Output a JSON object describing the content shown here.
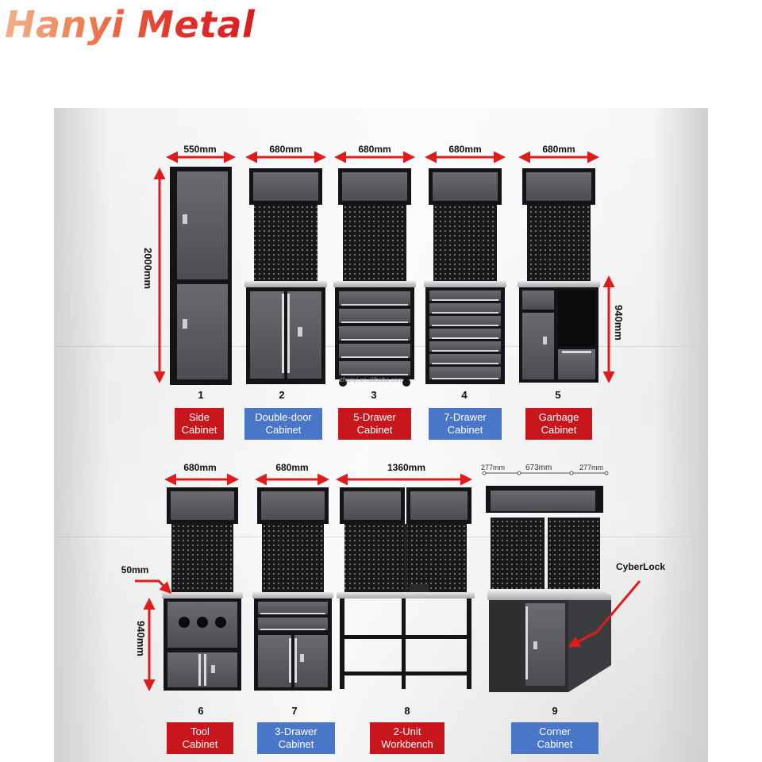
{
  "brand": {
    "name": "Hanyi Metal",
    "accent": "#d6201e"
  },
  "watermark": "zhanyi.en.alibaba.com",
  "dimensions": {
    "c1_width": "550mm",
    "c1_height": "2000mm",
    "c2_width": "680mm",
    "c3_width": "680mm",
    "c4_width": "680mm",
    "c5_width": "680mm",
    "c5_height": "940mm",
    "c6_width": "680mm",
    "c6_height": "940mm",
    "c6_top": "50mm",
    "c7_width": "680mm",
    "c8_width": "1360mm",
    "c9_left": "277mm",
    "c9_mid": "673mm",
    "c9_right": "277mm"
  },
  "callout": "CyberLock",
  "products": [
    {
      "number": "1",
      "line1": "Side",
      "line2": "Cabinet",
      "color": "red"
    },
    {
      "number": "2",
      "line1": "Double-door",
      "line2": "Cabinet",
      "color": "blue"
    },
    {
      "number": "3",
      "line1": "5-Drawer",
      "line2": "Cabinet",
      "color": "red"
    },
    {
      "number": "4",
      "line1": "7-Drawer",
      "line2": "Cabinet",
      "color": "blue"
    },
    {
      "number": "5",
      "line1": "Garbage",
      "line2": "Cabinet",
      "color": "red"
    },
    {
      "number": "6",
      "line1": "Tool",
      "line2": "Cabinet",
      "color": "red"
    },
    {
      "number": "7",
      "line1": "3-Drawer",
      "line2": "Cabinet",
      "color": "blue"
    },
    {
      "number": "8",
      "line1": "2-Unit",
      "line2": "Workbench",
      "color": "red"
    },
    {
      "number": "9",
      "line1": "Corner",
      "line2": "Cabinet",
      "color": "blue"
    }
  ],
  "colors": {
    "label_red": "#c8161d",
    "label_blue": "#4a76c7",
    "arrow_red": "#e01b1b",
    "cabinet_dark": "#1b1b1d",
    "cabinet_grey": "#5a5a60"
  }
}
